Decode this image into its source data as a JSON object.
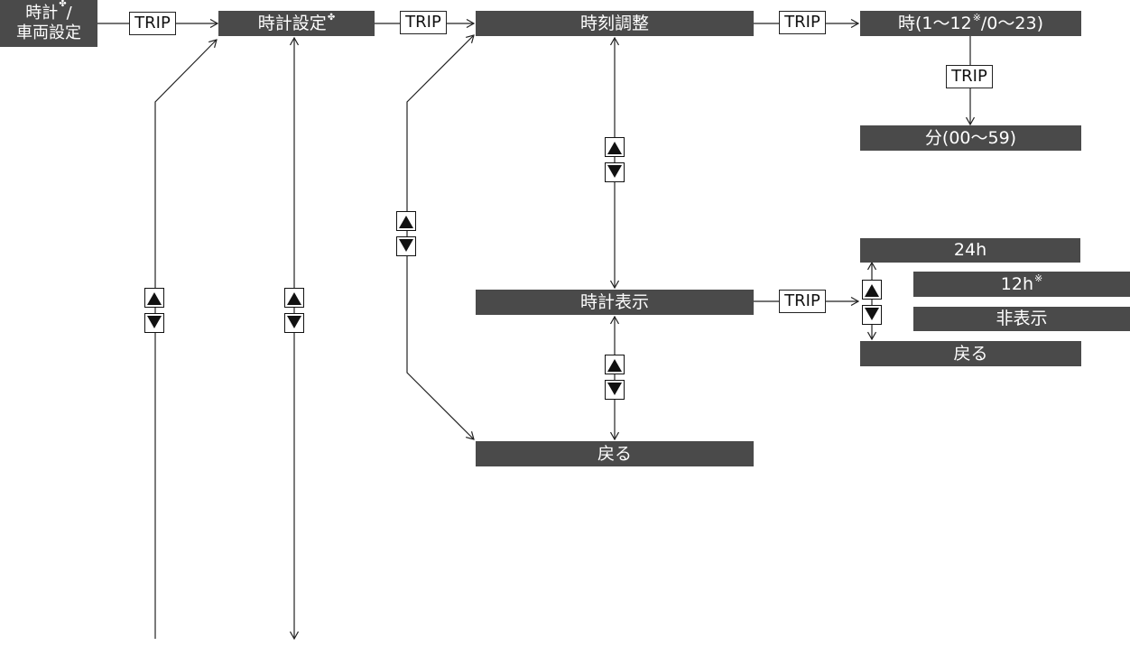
{
  "nodes": {
    "root_line1": "時計",
    "root_star": "✤",
    "root_slash": "/",
    "root_line2": "車両設定",
    "clock_settings": "時計設定",
    "clock_settings_star": "✤",
    "time_adjust": "時刻調整",
    "hour_a": "時(1～12",
    "hour_note": "※",
    "hour_b": "/0～23)",
    "minute": "分(00～59)",
    "clock_display": "時計表示",
    "back_1": "戻る",
    "h24": "24h",
    "h12": "12h",
    "h12_note": "※",
    "hidden": "非表示",
    "back_2": "戻る"
  },
  "trip_label": "TRIP",
  "icons": {
    "up": "up-triangle-icon",
    "down": "down-triangle-icon"
  }
}
